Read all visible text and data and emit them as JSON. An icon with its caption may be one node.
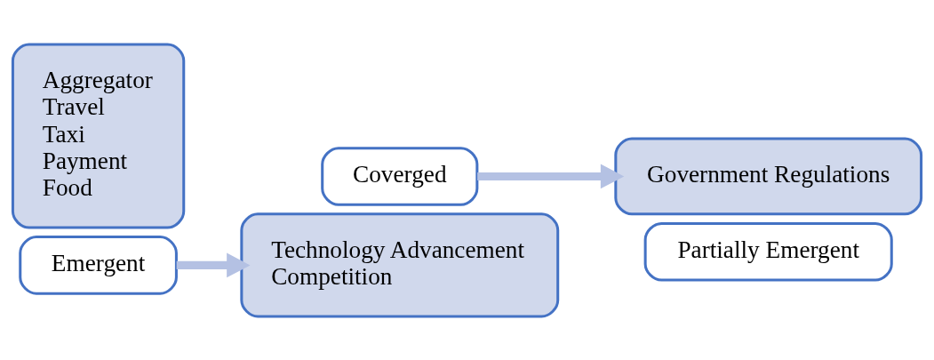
{
  "diagram": {
    "nodes": [
      {
        "text": [
          "Aggregator",
          "Travel",
          "Taxi",
          "Payment",
          "Food"
        ]
      },
      {
        "text": [
          "Emergent"
        ]
      },
      {
        "text": [
          "Technology Advancement",
          "Competition"
        ]
      },
      {
        "text": [
          "Coverged"
        ]
      },
      {
        "text": [
          "Government Regulations"
        ]
      },
      {
        "text": [
          "Partially Emergent"
        ]
      }
    ],
    "edges": [
      {
        "from": 1,
        "to": 2,
        "arrow": "to"
      },
      {
        "from": 3,
        "to": 4,
        "arrow": "to"
      }
    ]
  }
}
